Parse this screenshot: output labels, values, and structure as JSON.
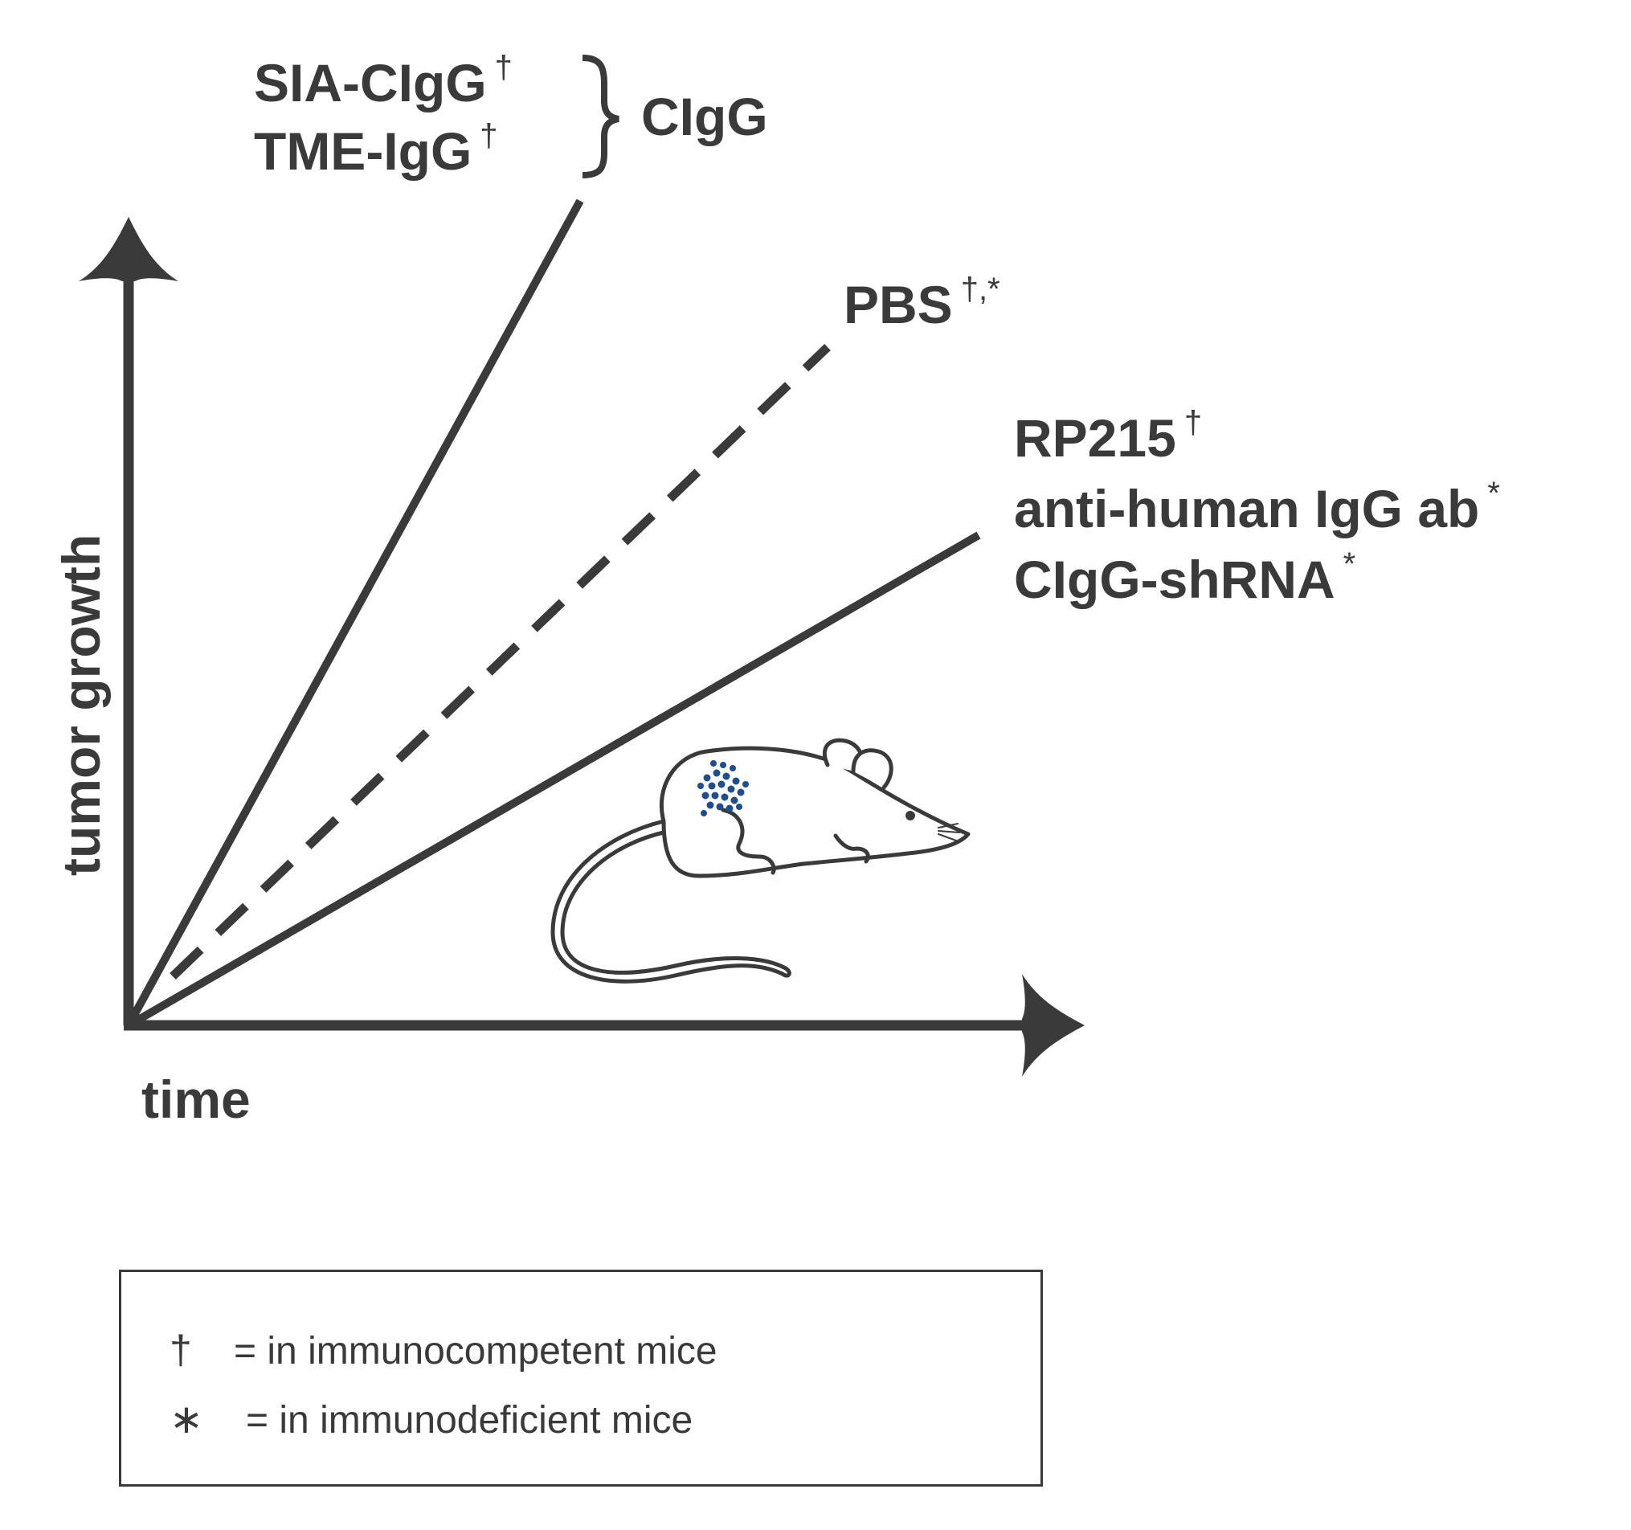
{
  "axes": {
    "y_label": "tumor growth",
    "x_label": "time"
  },
  "groups": {
    "high": {
      "items": [
        {
          "label": "SIA-CIgG",
          "mark": "†"
        },
        {
          "label": "TME-IgG",
          "mark": "†"
        }
      ],
      "bracket_label": "CIgG"
    },
    "mid": {
      "label": "PBS",
      "mark": "†,*"
    },
    "low": {
      "items": [
        {
          "label": "RP215",
          "mark": "†"
        },
        {
          "label": "anti-human IgG ab",
          "mark": "*"
        },
        {
          "label": "CIgG-shRNA",
          "mark": "*"
        }
      ]
    }
  },
  "legend": {
    "rows": [
      {
        "symbol": "†",
        "text": "= in immunocompetent mice"
      },
      {
        "symbol": "∗",
        "text": "= in immunodeficient mice"
      }
    ]
  },
  "colors": {
    "ink": "#3a3a3a",
    "tumor": "#1f4e8c"
  },
  "icons": {
    "mouse": "mouse-with-tumor-icon"
  }
}
